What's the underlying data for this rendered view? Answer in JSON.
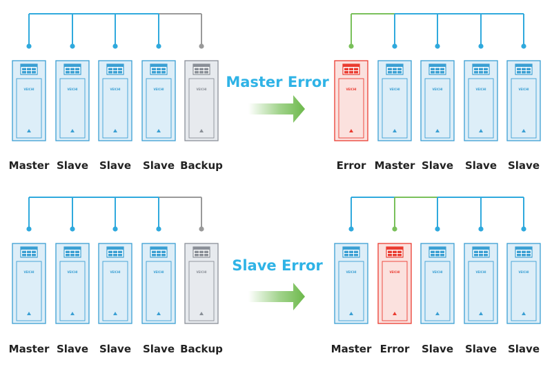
{
  "colors": {
    "line_blue": "#2fa9dd",
    "line_gray": "#999999",
    "line_green": "#79c05a",
    "unit_body_blue": "#ddeef8",
    "unit_border_blue": "#3a9fd3",
    "unit_body_gray": "#e7eaee",
    "unit_border_gray": "#8a8f97",
    "unit_body_red": "#fbe1de",
    "unit_border_red": "#ea3b30",
    "text_dark": "#222222",
    "title_blue": "#2fb3e6"
  },
  "brand_text": "VEICHI",
  "scenarios": [
    {
      "title": "Master Error",
      "before": {
        "units": [
          {
            "label": "Master",
            "state": "normal",
            "link": "blue"
          },
          {
            "label": "Slave",
            "state": "normal",
            "link": "blue"
          },
          {
            "label": "Slave",
            "state": "normal",
            "link": "blue"
          },
          {
            "label": "Slave",
            "state": "normal",
            "link": "blue"
          },
          {
            "label": "Backup",
            "state": "backup",
            "link": "gray"
          }
        ]
      },
      "after": {
        "units": [
          {
            "label": "Error",
            "state": "error",
            "link": "green"
          },
          {
            "label": "Master",
            "state": "normal",
            "link": "blue"
          },
          {
            "label": "Slave",
            "state": "normal",
            "link": "blue"
          },
          {
            "label": "Slave",
            "state": "normal",
            "link": "blue"
          },
          {
            "label": "Slave",
            "state": "normal",
            "link": "blue"
          }
        ]
      }
    },
    {
      "title": "Slave Error",
      "before": {
        "units": [
          {
            "label": "Master",
            "state": "normal",
            "link": "blue"
          },
          {
            "label": "Slave",
            "state": "normal",
            "link": "blue"
          },
          {
            "label": "Slave",
            "state": "normal",
            "link": "blue"
          },
          {
            "label": "Slave",
            "state": "normal",
            "link": "blue"
          },
          {
            "label": "Backup",
            "state": "backup",
            "link": "gray"
          }
        ]
      },
      "after": {
        "units": [
          {
            "label": "Master",
            "state": "normal",
            "link": "blue"
          },
          {
            "label": "Error",
            "state": "error",
            "link": "green"
          },
          {
            "label": "Slave",
            "state": "normal",
            "link": "blue"
          },
          {
            "label": "Slave",
            "state": "normal",
            "link": "blue"
          },
          {
            "label": "Slave",
            "state": "normal",
            "link": "blue"
          }
        ]
      }
    }
  ]
}
